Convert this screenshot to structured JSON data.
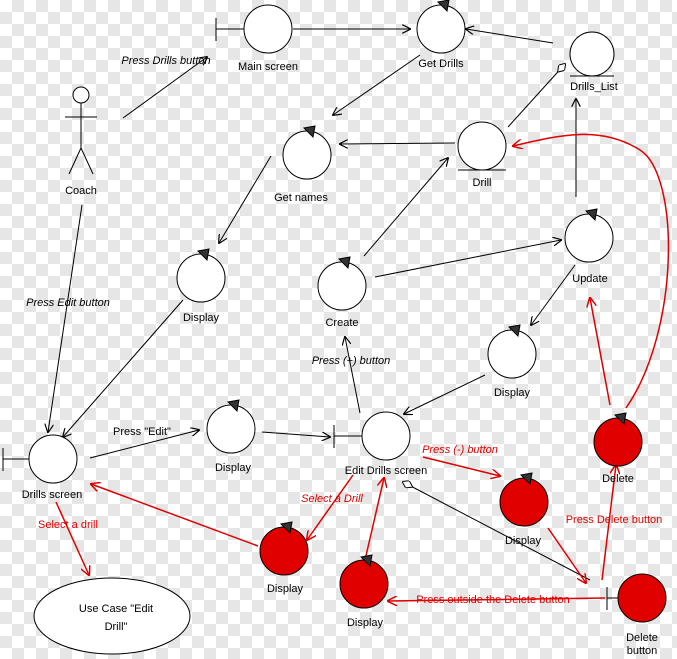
{
  "colors": {
    "black": "#000000",
    "red": "#e00000",
    "red_fill": "#e00000"
  },
  "actor": {
    "label": "Coach"
  },
  "boundaries": {
    "main_screen": "Main screen",
    "drills_screen": "Drills screen",
    "edit_drills_screen": "Edit Drills screen",
    "delete_button": [
      "Delete",
      "button"
    ]
  },
  "controls": {
    "get_drills": "Get Drills",
    "get_names": "Get names",
    "display_1": "Display",
    "create": "Create",
    "update": "Update",
    "display_2": "Display",
    "display_3": "Display",
    "display_red_1": "Display",
    "display_red_2": "Display",
    "display_red_3": "Display",
    "delete": "Delete"
  },
  "entities": {
    "drills_list": "Drills_List",
    "drill": "Drill"
  },
  "use_case": [
    "Use Case \"Edit",
    "Drill\""
  ],
  "messages": {
    "press_drills_button": "Press Drills button",
    "press_edit_button": "Press Edit button",
    "press_edit_quoted": "Press \"Edit\"",
    "press_plus_button": "Press (+) button",
    "press_minus_button": "Press (-) button",
    "select_a_drill_1": "Select a Drill",
    "select_a_drill_2": "Select a drill",
    "press_delete_button": "Press Delete button",
    "press_outside_delete": "Press outside the Delete button"
  }
}
